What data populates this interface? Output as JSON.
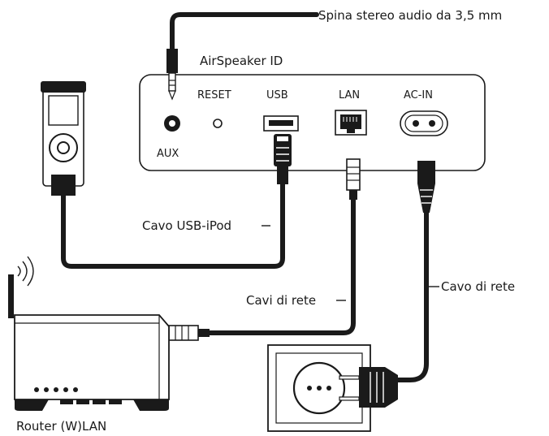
{
  "labels": {
    "audio_plug": "Spina stereo audio da 3,5 mm",
    "device_name": "AirSpeaker ID",
    "reset": "RESET",
    "usb": "USB",
    "lan": "LAN",
    "ac_in": "AC-IN",
    "aux": "AUX",
    "usb_cable": "Cavo USB-iPod",
    "network_cables": "Cavi di rete",
    "power_cable": "Cavo di rete",
    "router": "Router (W)LAN"
  },
  "icons": {
    "player": "ipod-icon",
    "router": "router-icon",
    "socket": "wall-socket-icon",
    "plug": "power-plug-icon"
  },
  "colors": {
    "line": "#1a1a1a",
    "background": "#ffffff"
  }
}
